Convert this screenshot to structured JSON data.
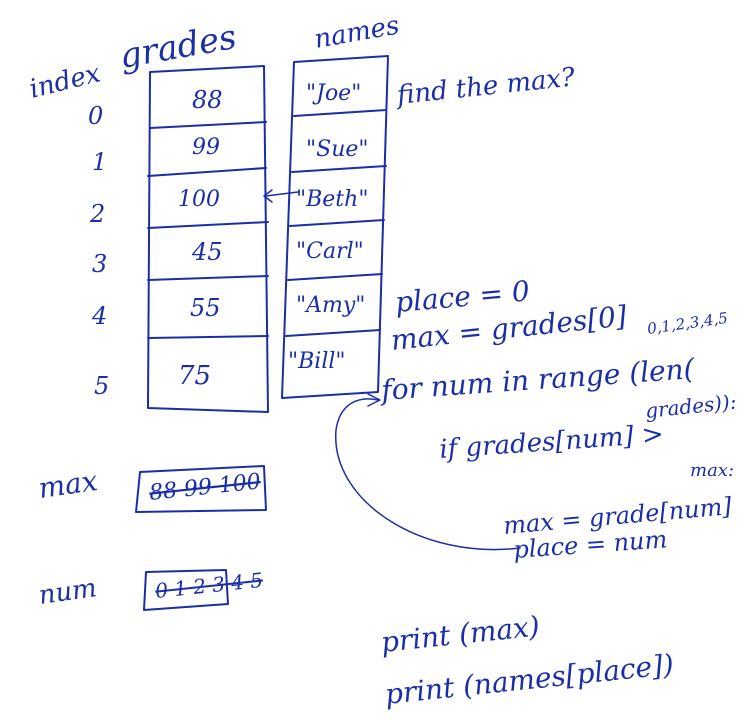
{
  "headers": {
    "index": "index",
    "grades": "grades",
    "names": "names"
  },
  "indices": [
    "0",
    "1",
    "2",
    "3",
    "4",
    "5"
  ],
  "grades": [
    "88",
    "99",
    "100",
    "45",
    "55",
    "75"
  ],
  "names": [
    "\"Joe\"",
    "\"Sue\"",
    "\"Beth\"",
    "\"Carl\"",
    "\"Amy\"",
    "\"Bill\""
  ],
  "question": "find the max?",
  "code": {
    "line1": "place = 0",
    "line2": "max = grades[0]",
    "range_note": "0,1,2,3,4,5",
    "line3": "for num in range (len(",
    "line3b": "grades)):",
    "line4": "if grades[num] >",
    "line4b": "max:",
    "line5": "max = grade[num]",
    "line6": "place = num",
    "line7": "print (max)",
    "line8": "print (names[place])"
  },
  "variables": {
    "max_label": "max",
    "max_history": "88 99 100",
    "num_label": "num",
    "num_history": "0 1 2 3 4 5"
  },
  "ink_color": "#1a2ea8"
}
